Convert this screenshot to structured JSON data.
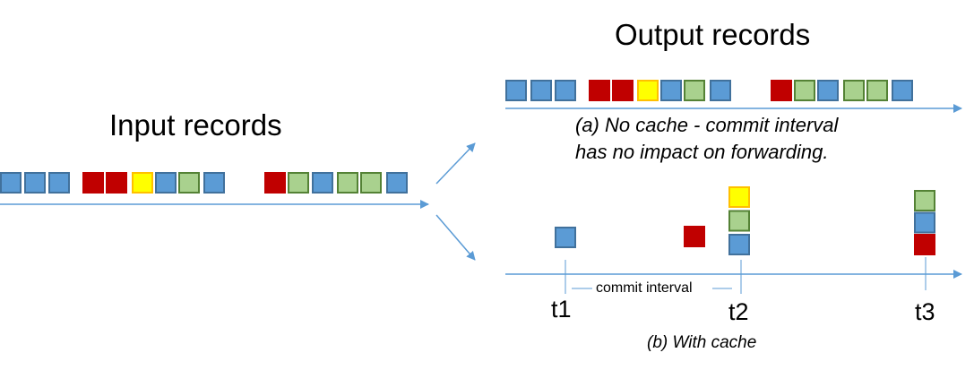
{
  "colors": {
    "blue": "#5b9bd5",
    "blue_border": "#41719c",
    "red": "#c00000",
    "yellow": "#ffff00",
    "yellow_border": "#ffc000",
    "green": "#a9d18e",
    "green_border": "#548235",
    "arrow": "#5b9bd5"
  },
  "input": {
    "title": "Input records",
    "records": [
      "blue",
      "blue",
      "blue",
      "red",
      "red",
      "yellow",
      "blue",
      "green",
      "blue",
      "red",
      "green",
      "blue",
      "green",
      "green",
      "blue"
    ]
  },
  "output": {
    "title": "Output records",
    "no_cache": {
      "records": [
        "blue",
        "blue",
        "blue",
        "red",
        "red",
        "yellow",
        "blue",
        "green",
        "blue",
        "red",
        "green",
        "blue",
        "green",
        "green",
        "blue"
      ],
      "caption_line1": "(a) No cache - commit interval",
      "caption_line2": "has no impact on forwarding."
    },
    "with_cache": {
      "commits": [
        {
          "label": "t1",
          "records": [
            "blue"
          ]
        },
        {
          "label": "t2",
          "records": [
            "red",
            "blue",
            "green",
            "yellow"
          ]
        },
        {
          "label": "t3",
          "records": [
            "red",
            "blue",
            "green"
          ]
        }
      ],
      "interval_label": "commit interval",
      "caption": "(b) With cache"
    }
  }
}
